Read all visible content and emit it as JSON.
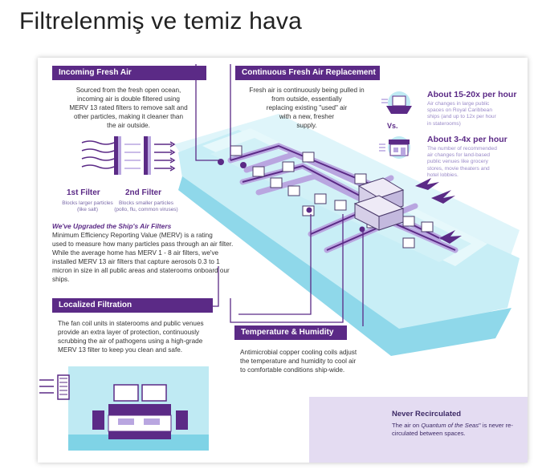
{
  "page": {
    "title": "Filtrelenmiş ve temiz hava"
  },
  "incoming": {
    "header": "Incoming Fresh Air",
    "line1": "Sourced from the fresh open ocean,",
    "line2": "incoming air is double filtered using",
    "line3": "MERV 13 rated filters to remove salt and",
    "line4": "other particles, making it cleaner than",
    "line5": "the air outside."
  },
  "filters": {
    "first_label": "1st Filter",
    "first_sub1": "Blocks larger particles",
    "first_sub2": "(like salt)",
    "second_label": "2nd Filter",
    "second_sub1": "Blocks smaller particles",
    "second_sub2": "(pollo, flu, common viruses)"
  },
  "upgraded": {
    "title": "We've Upgraded the Ship's Air Filters",
    "line1": "Minimum Efficiency Reporting Value (MERV) is a rating",
    "line2": "used to measure how many particles pass through an air filter.",
    "line3": "While the average home has MERV 1 - 8 air filters, we've",
    "line4": "installed MERV 13 air filters that capture aerosols 0.3 to 1",
    "line5": "micron in size in all public areas and staterooms onboard our",
    "line6": "ships."
  },
  "continuous": {
    "header": "Continuous Fresh Air Replacement",
    "line1": "Fresh air is continuously being pulled in",
    "line2": "from outside, essentially",
    "line3": "replacing existing \"used\" air",
    "line4": "with a new, fresher",
    "line5": "supply."
  },
  "stats": {
    "ship_title": "About 15-20x per hour",
    "ship_sub1": "Air changes in large public",
    "ship_sub2": "spaces on Royal Caribbean",
    "ship_sub3": "ships (and up to 12x per hour",
    "ship_sub4": "in staterooms)",
    "vs": "Vs.",
    "land_title": "About 3-4x per hour",
    "land_sub1": "The number of recommended",
    "land_sub2": "air changes for land-based",
    "land_sub3": "public venues like grocery",
    "land_sub4": "stores, movie theaters and",
    "land_sub5": "hotel lobbies."
  },
  "localized": {
    "header": "Localized Filtration",
    "line1": "The fan coil units in staterooms and public venues",
    "line2": "provide an extra layer of protection, continuously",
    "line3": "scrubbing the air of pathogens using a high-grade",
    "line4": "MERV 13 filter to keep you clean and safe."
  },
  "temperature": {
    "header": "Temperature & Humidity",
    "line1": "Antimicrobial copper cooling coils adjust",
    "line2": "the temperature and humidity to cool air",
    "line3": "to comfortable conditions ship-wide."
  },
  "never": {
    "title": "Never Recirculated",
    "text_pre": "The air on ",
    "ship_name": "Quantum of the Seas",
    "text_post": "\" is never re-circulated between spaces."
  },
  "colors": {
    "purple": "#5b2a86",
    "lavender": "#b9a6e0",
    "ship_blue": "#bfeaf3",
    "ship_deep": "#7fd3e6",
    "never_bg": "#e4dcf2"
  }
}
